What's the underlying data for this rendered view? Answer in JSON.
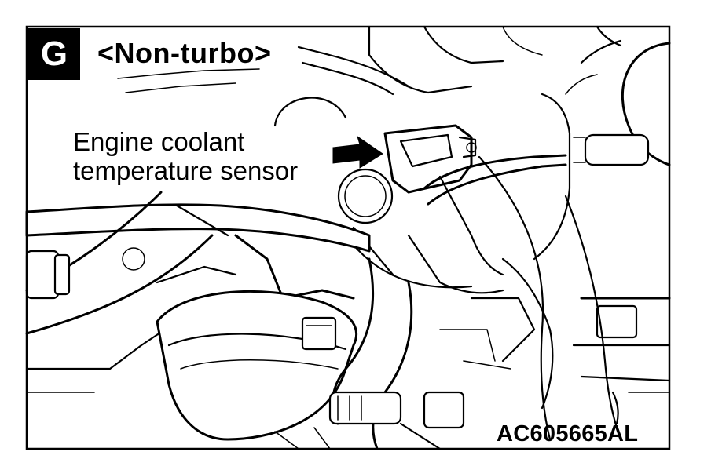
{
  "figure": {
    "badge_letter": "G",
    "variant_label": "<Non-turbo>",
    "callout": {
      "line1": "Engine coolant",
      "line2": "temperature sensor"
    },
    "figure_code": "AC605665AL"
  },
  "icons": {
    "callout_arrow": "arrow-right-icon"
  },
  "colors": {
    "ink": "#000000",
    "paper": "#ffffff"
  }
}
